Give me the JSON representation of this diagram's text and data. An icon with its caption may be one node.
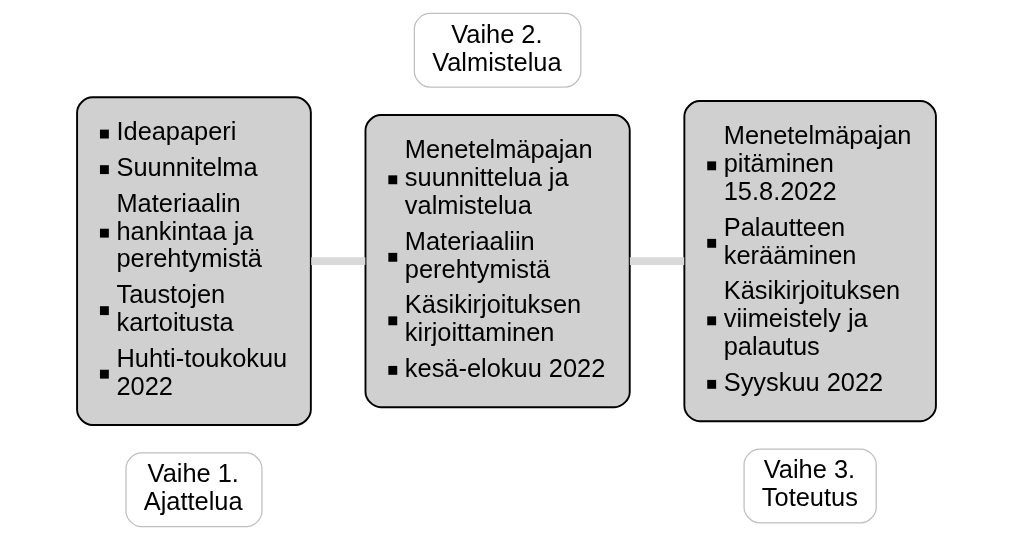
{
  "diagram": {
    "nodes": [
      {
        "text": [
          "Ideapaperi",
          "Suunnitelma",
          "Materiaalin hankintaa ja perehtymistä",
          "Taustojen kartoitusta",
          "Huhti-toukokuu 2022"
        ]
      },
      {
        "text": [
          "Vaihe 1. Ajattelua"
        ]
      },
      {
        "text": [
          "Menetelmäpajan suunnittelua ja valmistelua",
          "Materiaaliin perehtymistä",
          "Käsikirjoituksen kirjoittaminen",
          "kesä-elokuu 2022"
        ]
      },
      {
        "text": [
          "Vaihe 2. Valmistelua"
        ]
      },
      {
        "text": [
          "Menetelmäpajan pitäminen 15.8.2022",
          "Palautteen kerääminen",
          "Käsikirjoituksen viimeistely ja palautus",
          "Syyskuu 2022"
        ]
      },
      {
        "text": [
          "Vaihe 3. Toteutus"
        ]
      }
    ],
    "edges": [
      {
        "from": 0,
        "to": 2,
        "arrow": "none"
      },
      {
        "from": 2,
        "to": 4,
        "arrow": "none"
      }
    ]
  }
}
